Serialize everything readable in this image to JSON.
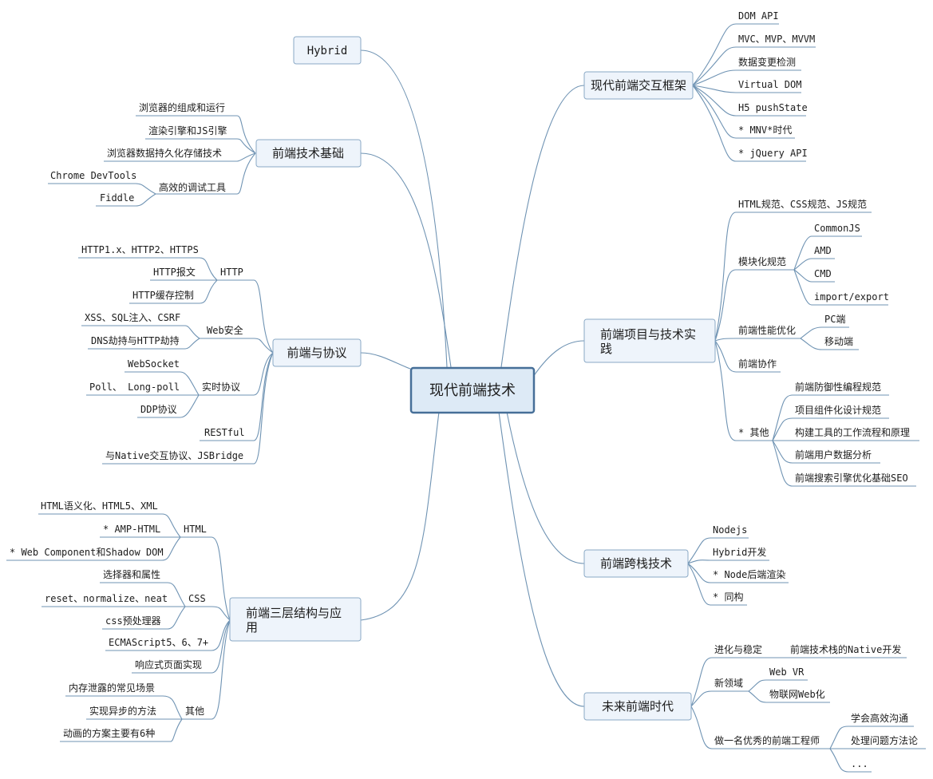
{
  "root": "现代前端技术",
  "branches": {
    "hybrid": "Hybrid",
    "basics": {
      "title": "前端技术基础",
      "items": [
        "浏览器的组成和运行",
        "渲染引擎和JS引擎",
        "浏览器数据持久化存储技术"
      ],
      "debug": {
        "label": "高效的调试工具",
        "items": [
          "Chrome DevTools",
          "Fiddle"
        ]
      }
    },
    "protocol": {
      "title": "前端与协议",
      "http": {
        "label": "HTTP",
        "items": [
          "HTTP1.x、HTTP2、HTTPS",
          "HTTP报文",
          "HTTP缓存控制"
        ]
      },
      "websec": {
        "label": "Web安全",
        "items": [
          "XSS、SQL注入、CSRF",
          "DNS劫持与HTTP劫持"
        ]
      },
      "realtime": {
        "label": "实时协议",
        "items": [
          "WebSocket",
          "Poll、 Long-poll",
          "DDP协议"
        ]
      },
      "restful": "RESTful",
      "native": "与Native交互协议、JSBridge"
    },
    "layers": {
      "title": "前端三层结构与应用",
      "html": {
        "label": "HTML",
        "items": [
          "HTML语义化、HTML5、XML",
          "* AMP-HTML",
          "* Web Component和Shadow DOM"
        ]
      },
      "css": {
        "label": "CSS",
        "items": [
          "选择器和属性",
          "reset、normalize、neat",
          "css预处理器"
        ]
      },
      "ecma": "ECMAScript5、6、7+",
      "responsive": "响应式页面实现",
      "other": {
        "label": "其他",
        "items": [
          "内存泄露的常见场景",
          "实现异步的方法",
          "动画的方案主要有6种"
        ]
      }
    },
    "framework": {
      "title": "现代前端交互框架",
      "items": [
        "DOM API",
        "MVC、MVP、MVVM",
        "数据变更检测",
        "Virtual DOM",
        "H5 pushState",
        "* MNV*时代",
        "* jQuery API"
      ]
    },
    "practice": {
      "title": "前端项目与技术实践",
      "spec": "HTML规范、CSS规范、JS规范",
      "modular": {
        "label": "模块化规范",
        "items": [
          "CommonJS",
          "AMD",
          "CMD",
          "import/export"
        ]
      },
      "perf": {
        "label": "前端性能优化",
        "items": [
          "PC端",
          "移动端"
        ]
      },
      "collab": "前端协作",
      "other": {
        "label": "* 其他",
        "items": [
          "前端防御性编程规范",
          "项目组件化设计规范",
          "构建工具的工作流程和原理",
          "前端用户数据分析",
          "前端搜索引擎优化基础SEO"
        ]
      }
    },
    "fullstack": {
      "title": "前端跨栈技术",
      "items": [
        "Nodejs",
        "Hybrid开发",
        "* Node后端渲染",
        "* 同构"
      ]
    },
    "future": {
      "title": "未来前端时代",
      "evolve": {
        "label": "进化与稳定",
        "item": "前端技术栈的Native开发"
      },
      "newfield": {
        "label": "新领域",
        "items": [
          "Web VR",
          "物联网Web化"
        ]
      },
      "engineer": {
        "label": "做一名优秀的前端工程师",
        "items": [
          "学会高效沟通",
          "处理问题方法论",
          "..."
        ]
      }
    }
  },
  "colors": {
    "line": "#6f93b3",
    "box_fill": "#eef4fb",
    "box_stroke": "#8aa9c6",
    "root_fill": "#ddeaf6",
    "root_stroke": "#466f98",
    "text": "#1c1c1c"
  }
}
